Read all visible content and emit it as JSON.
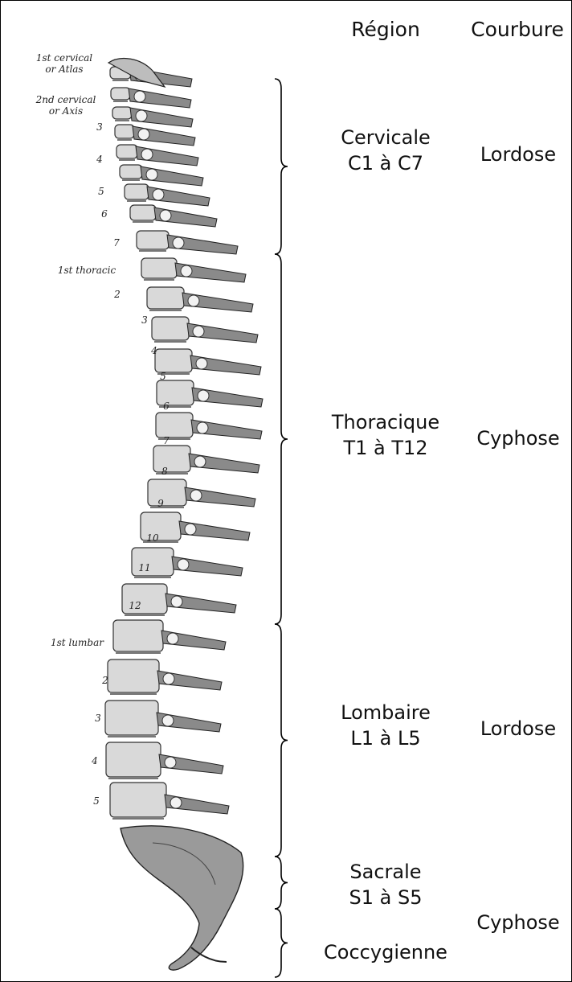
{
  "headers": {
    "region": "Région",
    "curvature": "Courbure"
  },
  "regions": [
    {
      "name": "Cervicale",
      "range": "C1 à C7"
    },
    {
      "name": "Thoracique",
      "range": "T1 à T12"
    },
    {
      "name": "Lombaire",
      "range": "L1 à L5"
    },
    {
      "name": "Sacrale",
      "range": "S1 à S5"
    },
    {
      "name": "Coccygienne",
      "range": ""
    }
  ],
  "curvatures": [
    "Lordose",
    "Cyphose",
    "Lordose",
    "Cyphose"
  ],
  "vertebra_labels": {
    "atlas": [
      "1st cervical",
      "or Atlas"
    ],
    "axis": [
      "2nd cervical",
      "or Axis"
    ],
    "cervical": [
      "3",
      "4",
      "5",
      "6",
      "7"
    ],
    "first_thoracic": "1st thoracic",
    "thoracic": [
      "2",
      "3",
      "4",
      "5",
      "6",
      "7",
      "8",
      "9",
      "10",
      "11",
      "12"
    ],
    "first_lumbar": "1st lumbar",
    "lumbar": [
      "2",
      "3",
      "4",
      "5"
    ]
  }
}
